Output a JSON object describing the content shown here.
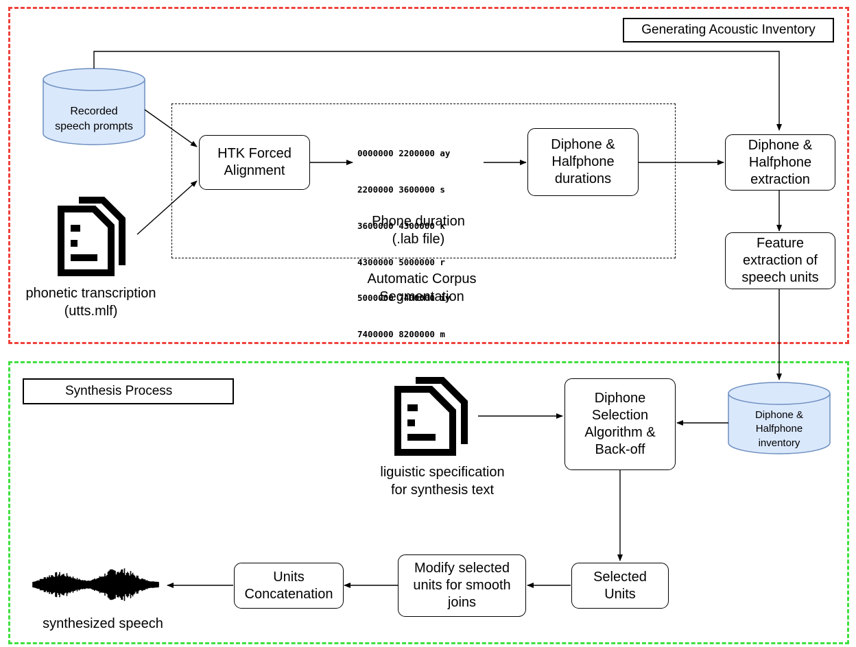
{
  "acoustic": {
    "title": "Generating Acoustic Inventory",
    "recorded_line1": "Recorded",
    "recorded_line2": "speech prompts",
    "phonetic_line1": "phonetic transcription",
    "phonetic_line2": "(utts.mlf)",
    "htk_line1": "HTK Forced",
    "htk_line2": "Alignment",
    "lab_lines": [
      "0000000 2200000 ay",
      "2200000 3600000 s",
      "3600000 4300000 k",
      "4300000 5000000 r",
      "5000000 7400000 iy",
      "7400000 8200000 m"
    ],
    "phone_dur_line1": "Phone duration",
    "phone_dur_line2": "(.lab file)",
    "durations_line1": "Diphone &",
    "durations_line2": "Halfphone",
    "durations_line3": "durations",
    "segmentation_line1": "Automatic Corpus",
    "segmentation_line2": "Segmentation",
    "extraction_line1": "Diphone &",
    "extraction_line2": "Halfphone",
    "extraction_line3": "extraction",
    "feature_line1": "Feature",
    "feature_line2": "extraction of",
    "feature_line3": "speech units"
  },
  "synthesis": {
    "title": "Synthesis Process",
    "inventory_line1": "Diphone &",
    "inventory_line2": "Halfphone",
    "inventory_line3": "inventory",
    "selection_line1": "Diphone",
    "selection_line2": "Selection",
    "selection_line3": "Algorithm &",
    "selection_line4": "Back-off",
    "ling_line1": "liguistic specification",
    "ling_line2": "for synthesis text",
    "selected_line1": "Selected",
    "selected_line2": "Units",
    "modify_line1": "Modify selected",
    "modify_line2": "units for smooth",
    "modify_line3": "joins",
    "concat_line1": "Units",
    "concat_line2": "Concatenation",
    "speech_label": "synthesized speech"
  },
  "colors": {
    "acoustic_border": "#f0423c",
    "synthesis_border": "#3fe03f",
    "database_fill": "#dae8fc",
    "database_stroke": "#6c8ebf"
  },
  "icons": [
    "database-icon",
    "document-icon",
    "waveform-icon"
  ]
}
